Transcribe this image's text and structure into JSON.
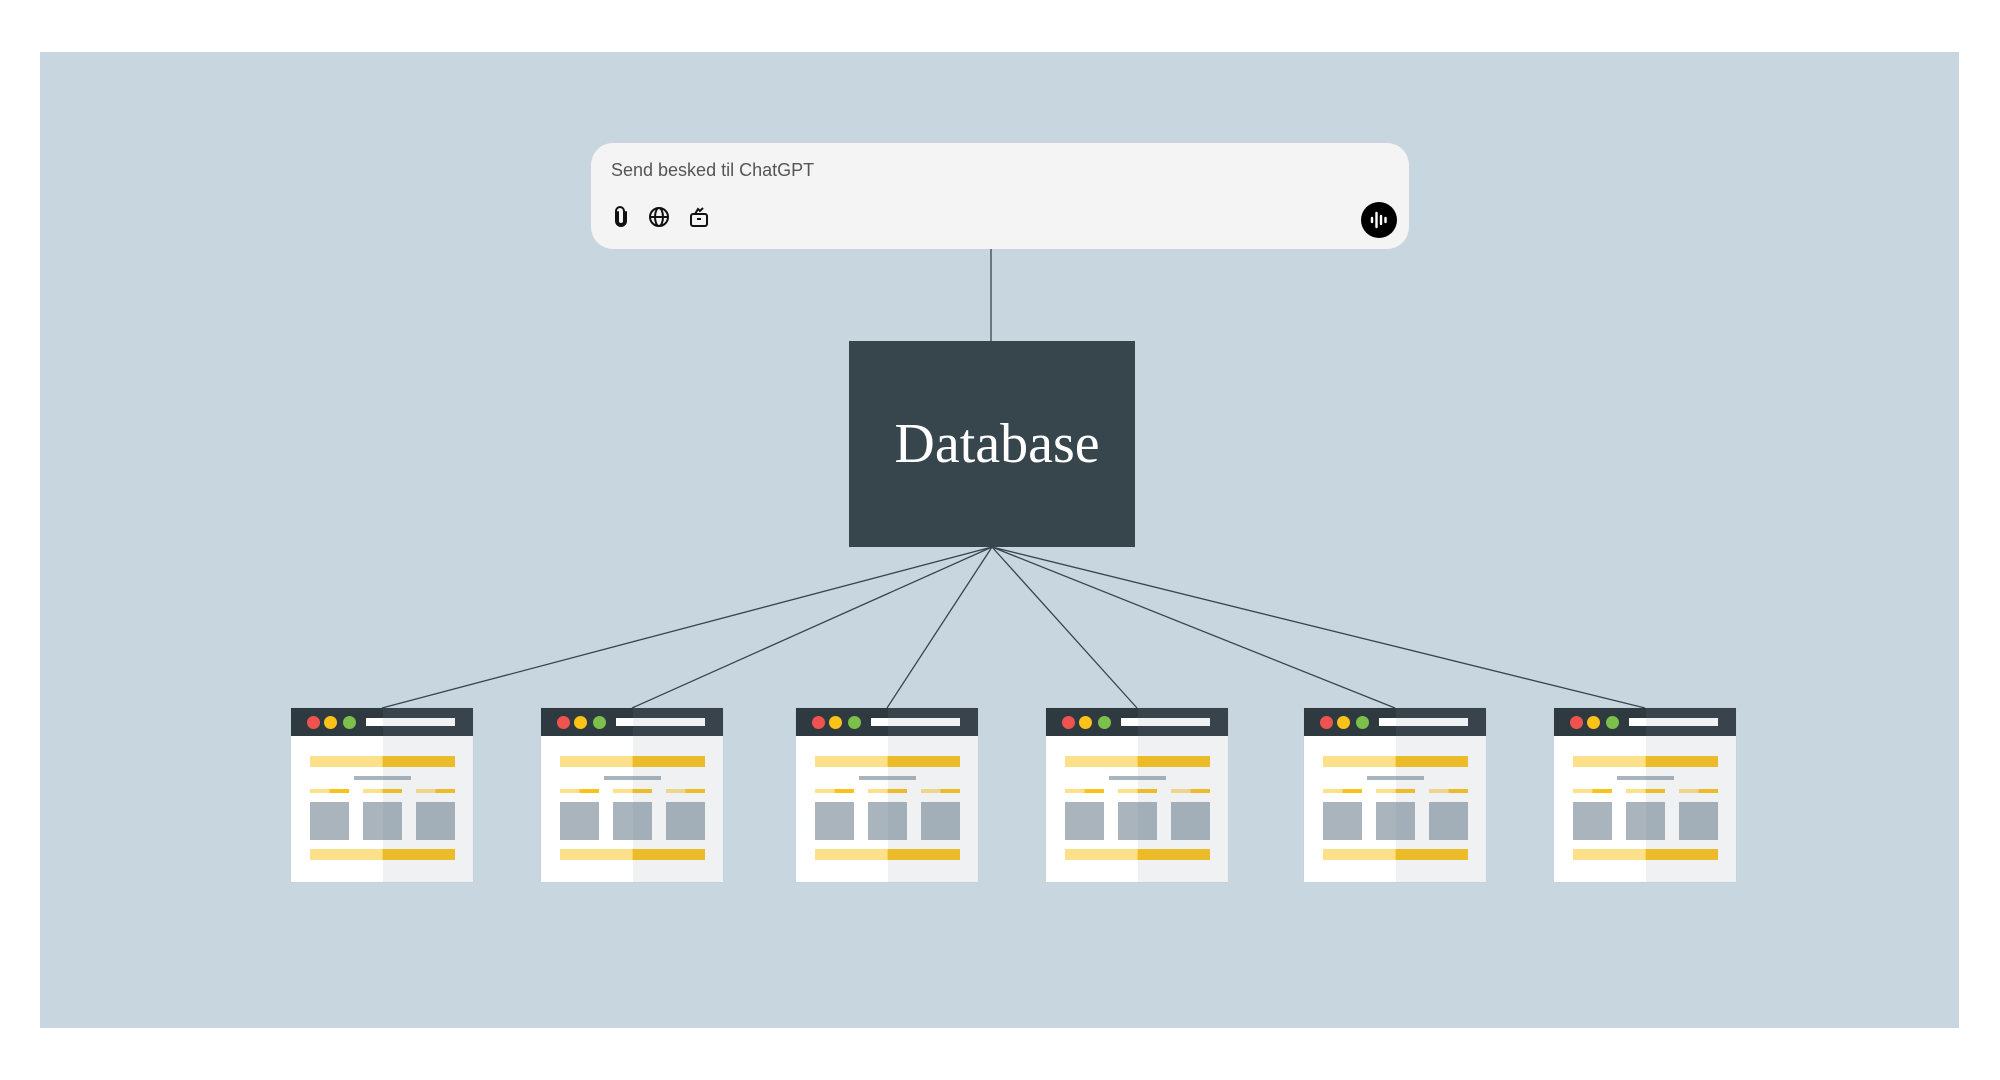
{
  "chat_input": {
    "placeholder": "Send besked til ChatGPT",
    "icons": [
      "paperclip-icon",
      "globe-icon",
      "toolbox-icon"
    ],
    "voice_button_icon": "waveform-icon"
  },
  "database": {
    "label": "Database"
  },
  "websites": {
    "count_label": "",
    "items": [
      "website-1",
      "website-2",
      "website-3",
      "website-4",
      "website-5",
      "website-6"
    ]
  },
  "colors": {
    "background": "#c8d6df",
    "database_box": "#37454d",
    "accent_yellow": "#fbc21a",
    "dot_red": "#ef5350",
    "dot_yellow": "#fbc21a",
    "dot_green": "#7cc04b"
  }
}
